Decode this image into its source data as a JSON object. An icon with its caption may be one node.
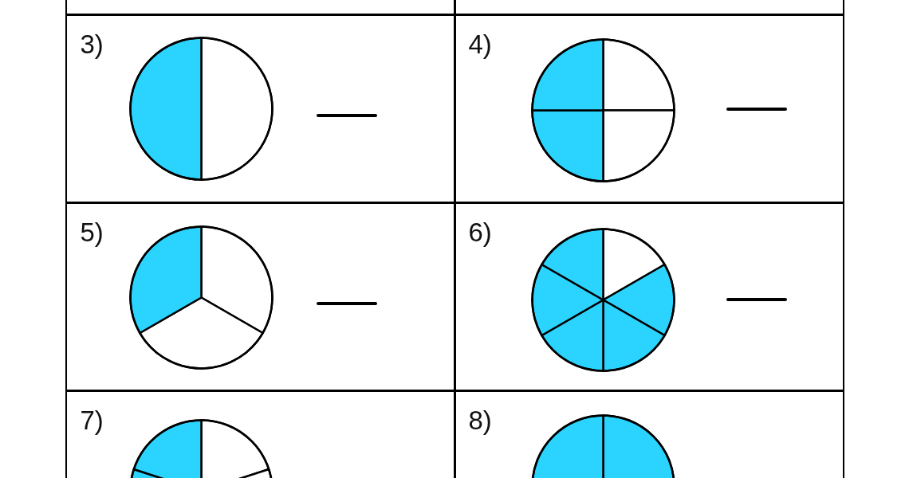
{
  "diagram": {
    "nodes": [
      {
        "text": [],
        "shape": "box"
      },
      {
        "text": [],
        "shape": "box"
      },
      {
        "text": [
          "3)"
        ]
      },
      {
        "text": [],
        "shape": "circle",
        "in": 2
      },
      {
        "text": [],
        "shape": "line",
        "in": 2
      },
      {
        "text": [
          "4)"
        ]
      },
      {
        "text": [],
        "shape": "circle",
        "in": 5
      },
      {
        "text": [],
        "shape": "line",
        "in": 5
      },
      {
        "text": [
          "5)"
        ]
      },
      {
        "text": [],
        "shape": "circle",
        "in": 8
      },
      {
        "text": [],
        "shape": "line",
        "in": 8
      },
      {
        "text": [
          "6)"
        ]
      },
      {
        "text": [],
        "shape": "circle",
        "in": 11
      },
      {
        "text": [],
        "shape": "line",
        "in": 11
      },
      {
        "text": [
          "7)"
        ]
      },
      {
        "text": [],
        "shape": "circle",
        "in": 14
      },
      {
        "text": [
          "8)"
        ]
      },
      {
        "text": [],
        "shape": "circle",
        "in": 16
      }
    ]
  }
}
